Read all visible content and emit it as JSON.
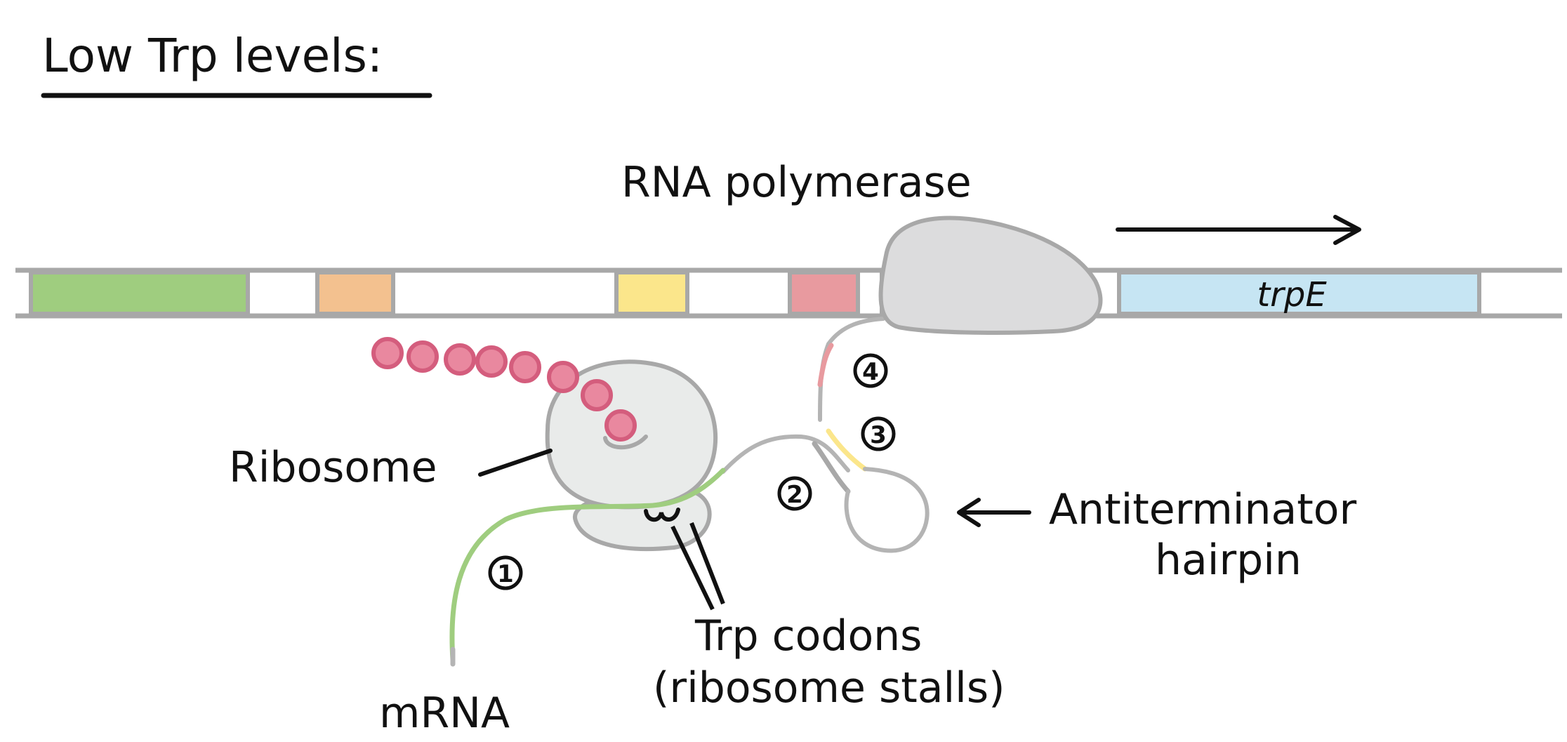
{
  "title": "Low Trp levels:",
  "labels": {
    "rna_polymerase": "RNA polymerase",
    "trpE": "trpE",
    "ribosome": "Ribosome",
    "antiterminator_line1": "Antiterminator",
    "antiterminator_line2": "hairpin",
    "trp_codons_line1": "Trp codons",
    "trp_codons_line2": "(ribosome stalls)",
    "mrna": "mRNA"
  },
  "regions": [
    {
      "number": "1",
      "color": "#9fcd7f"
    },
    {
      "number": "2",
      "color": "#f3c18f"
    },
    {
      "number": "3",
      "color": "#fbe68b"
    },
    {
      "number": "4",
      "color": "#e89a9f"
    }
  ],
  "colors": {
    "outline": "#a8a8a8",
    "polymerase_fill": "#dcdcdd",
    "ribosome_fill": "#e9ebea",
    "trpE_fill": "#c6e5f3",
    "peptide": "#d45d7d",
    "peptide_fill": "#e9889f",
    "ink": "#111111"
  }
}
